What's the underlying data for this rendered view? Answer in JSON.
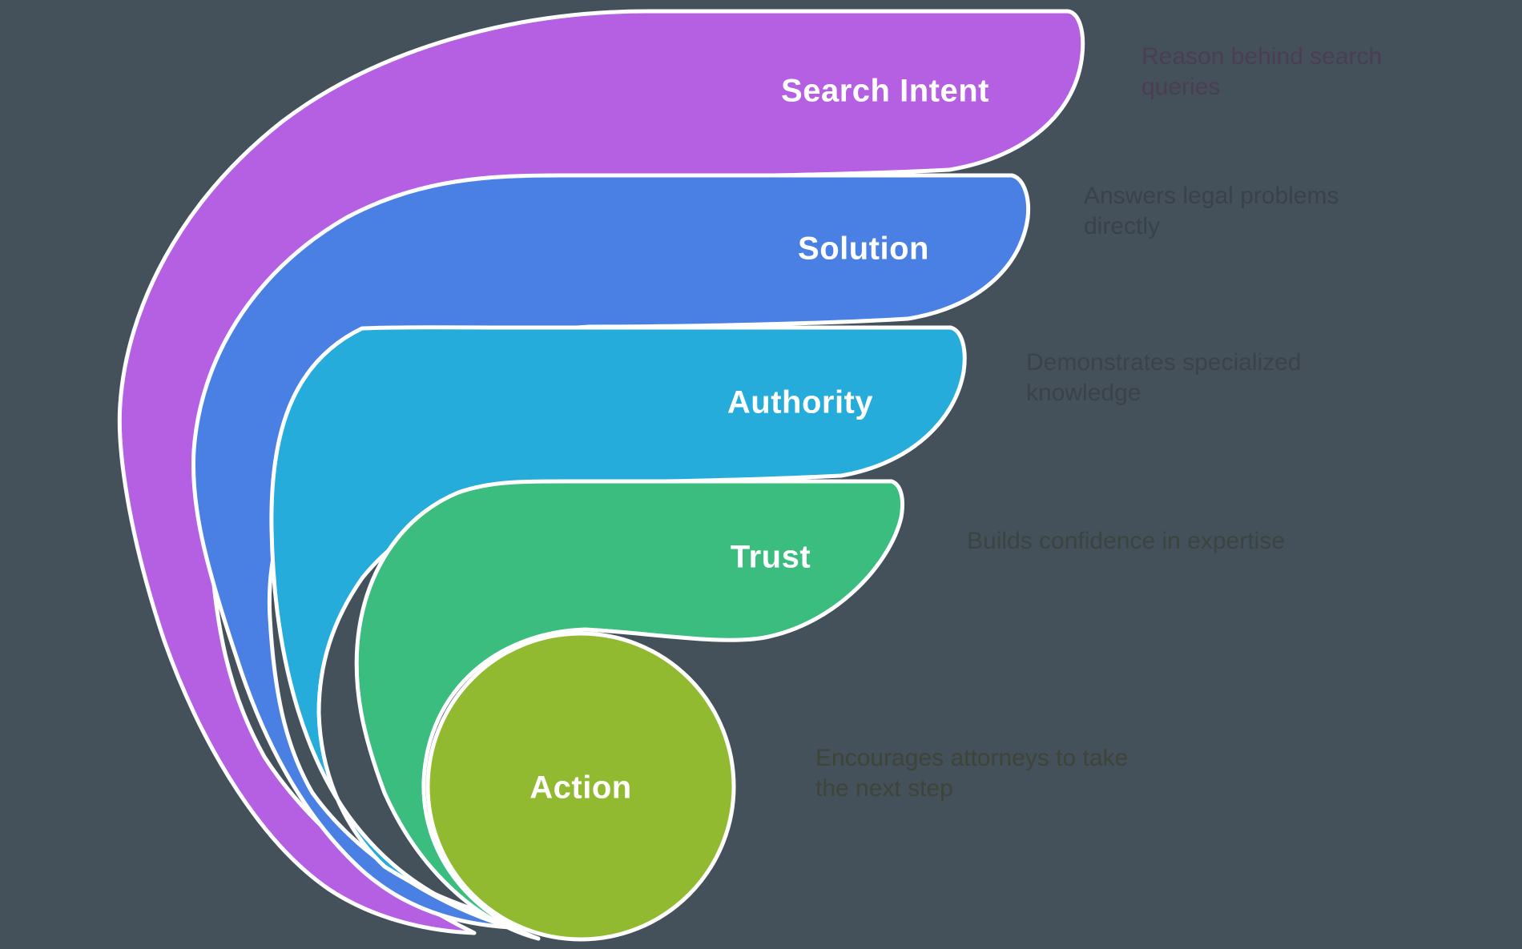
{
  "figure": {
    "background": "#44515A",
    "outline_color": "#FFFFFF"
  },
  "layers": [
    {
      "label": "Search Intent",
      "description": "Reason behind search\nqueries",
      "color": "#B560E2",
      "description_color": "#4A3E55"
    },
    {
      "label": "Solution",
      "description": "Answers legal problems\ndirectly",
      "color": "#4A80E4",
      "description_color": "#39414C"
    },
    {
      "label": "Authority",
      "description": "Demonstrates specialized\nknowledge",
      "color": "#25ACDA",
      "description_color": "#3B4349"
    },
    {
      "label": "Trust",
      "description": "Builds confidence in expertise",
      "color": "#3BBD80",
      "description_color": "#3A4440"
    },
    {
      "label": "Action",
      "description": "Encourages attorneys to take\nthe next step",
      "color": "#92BA30",
      "description_color": "#3E4438"
    }
  ]
}
